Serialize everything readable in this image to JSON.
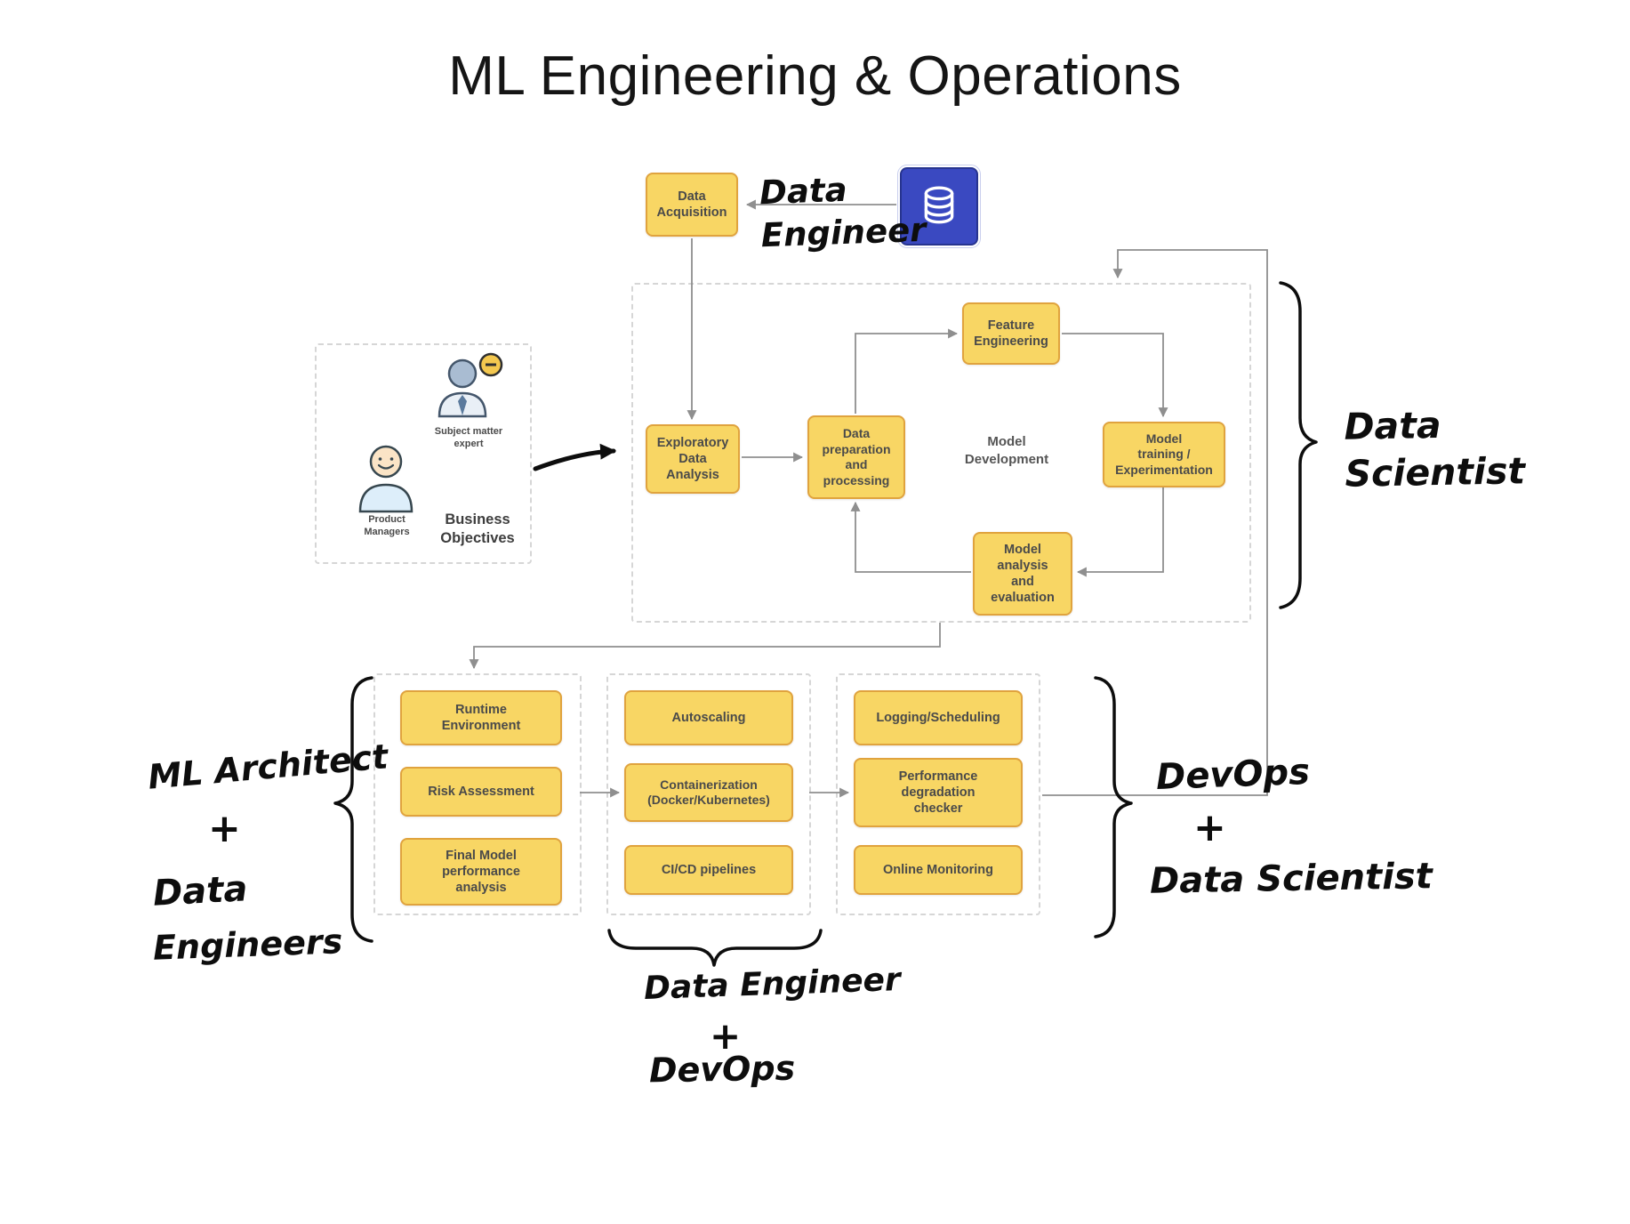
{
  "title": "ML Engineering & Operations",
  "colors": {
    "node_fill": "#F8D664",
    "node_border": "#E0A33E",
    "db_blue": "#3A49C1",
    "connector_gray": "#8F8F8F",
    "ink_black": "#0D0D0D"
  },
  "nodes": {
    "data_acquisition": "Data\nAcquisition",
    "feature_engineering": "Feature\nEngineering",
    "eda": "Exploratory\nData\nAnalysis",
    "data_prep": "Data\npreparation\nand\nprocessing",
    "model_training": "Model\ntraining /\nExperimentation",
    "model_analysis": "Model\nanalysis\nand\nevaluation",
    "runtime_env": "Runtime\nEnvironment",
    "risk_assessment": "Risk Assessment",
    "final_model": "Final Model\nperformance\nanalysis",
    "autoscaling": "Autoscaling",
    "containerization": "Containerization\n(Docker/Kubernetes)",
    "cicd": "CI/CD pipelines",
    "logging": "Logging/Scheduling",
    "perf_checker": "Performance\ndegradation\nchecker",
    "online_monitoring": "Online Monitoring"
  },
  "labels": {
    "model_development": "Model\nDevelopment",
    "business_objectives": "Business\nObjectives",
    "subject_matter_expert": "Subject matter\nexpert",
    "product_managers": "Product\nManagers"
  },
  "icons": {
    "database": "database-icon",
    "subject_matter_expert": "person-minus-badge-icon",
    "product_managers": "person-smile-icon"
  },
  "handwritten": {
    "data_engineer_top": "Data\nEngineer",
    "data_scientist_right": "Data\nScientist",
    "ml_architect": "ML Architect",
    "plus": "+",
    "data_word": "Data",
    "engineers_word": "Engineers",
    "devops_word": "DevOps",
    "data_scientist_line": "Data Scientist",
    "data_engineer_line": "Data Engineer"
  }
}
